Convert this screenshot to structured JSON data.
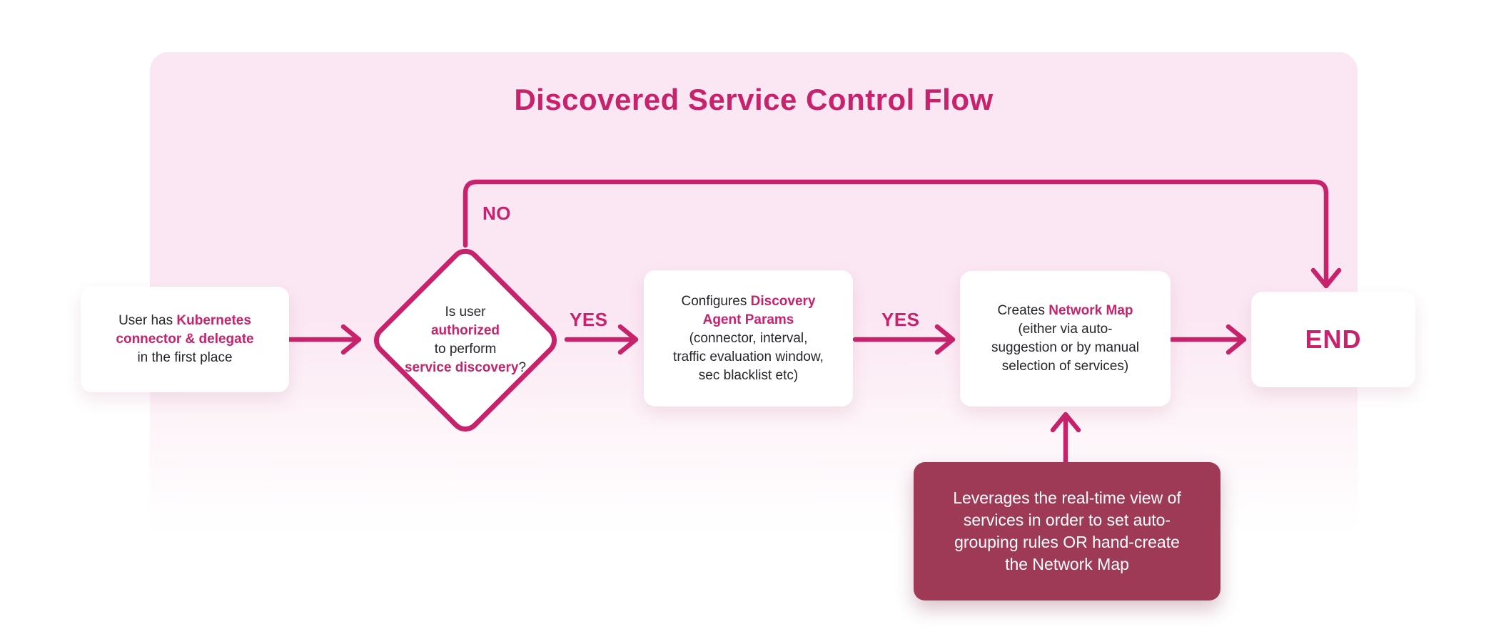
{
  "title": "Discovered Service Control Flow",
  "colors": {
    "accent": "#C7226B",
    "note_bg": "#9E3A56",
    "panel_pink": "#FBE7F3",
    "text": "#26252C"
  },
  "labels": {
    "no": "NO",
    "yes1": "YES",
    "yes2": "YES"
  },
  "nodes": {
    "start": {
      "lines": [
        [
          {
            "t": "User has ",
            "c": "plain"
          },
          {
            "t": "Kubernetes",
            "c": "accent"
          }
        ],
        [
          {
            "t": "connector & delegate",
            "c": "accent"
          }
        ],
        [
          {
            "t": "in the first place",
            "c": "plain"
          }
        ]
      ]
    },
    "decision": {
      "lines": [
        [
          {
            "t": "Is user",
            "c": "plain"
          }
        ],
        [
          {
            "t": "authorized",
            "c": "accent"
          }
        ],
        [
          {
            "t": "to perform",
            "c": "plain"
          }
        ],
        [
          {
            "t": "service discovery",
            "c": "accent"
          },
          {
            "t": "?",
            "c": "plain"
          }
        ]
      ]
    },
    "configure": {
      "lines": [
        [
          {
            "t": "Configures ",
            "c": "plain"
          },
          {
            "t": "Discovery",
            "c": "accent"
          }
        ],
        [
          {
            "t": "Agent Params",
            "c": "accent"
          }
        ],
        [
          {
            "t": "(connector, interval,",
            "c": "plain"
          }
        ],
        [
          {
            "t": "traffic evaluation window,",
            "c": "plain"
          }
        ],
        [
          {
            "t": "sec blacklist etc)",
            "c": "plain"
          }
        ]
      ]
    },
    "network_map": {
      "lines": [
        [
          {
            "t": "Creates ",
            "c": "plain"
          },
          {
            "t": "Network Map",
            "c": "accent"
          }
        ],
        [
          {
            "t": "(either via auto-",
            "c": "plain"
          }
        ],
        [
          {
            "t": "suggestion or by manual",
            "c": "plain"
          }
        ],
        [
          {
            "t": "selection of services)",
            "c": "plain"
          }
        ]
      ]
    },
    "end": {
      "label": "END"
    },
    "note": {
      "lines": [
        [
          {
            "t": "Leverages the real-time view of",
            "c": "plain"
          }
        ],
        [
          {
            "t": "services in order to set auto-",
            "c": "plain"
          }
        ],
        [
          {
            "t": "grouping rules OR hand-create",
            "c": "plain"
          }
        ],
        [
          {
            "t": "the Network Map",
            "c": "plain"
          }
        ]
      ]
    }
  },
  "edges": [
    {
      "from": "start",
      "to": "decision",
      "label": ""
    },
    {
      "from": "decision",
      "to": "configure",
      "label": "YES"
    },
    {
      "from": "configure",
      "to": "network_map",
      "label": "YES"
    },
    {
      "from": "network_map",
      "to": "end",
      "label": ""
    },
    {
      "from": "decision",
      "to": "end",
      "label": "NO"
    },
    {
      "from": "note",
      "to": "network_map",
      "label": ""
    }
  ]
}
